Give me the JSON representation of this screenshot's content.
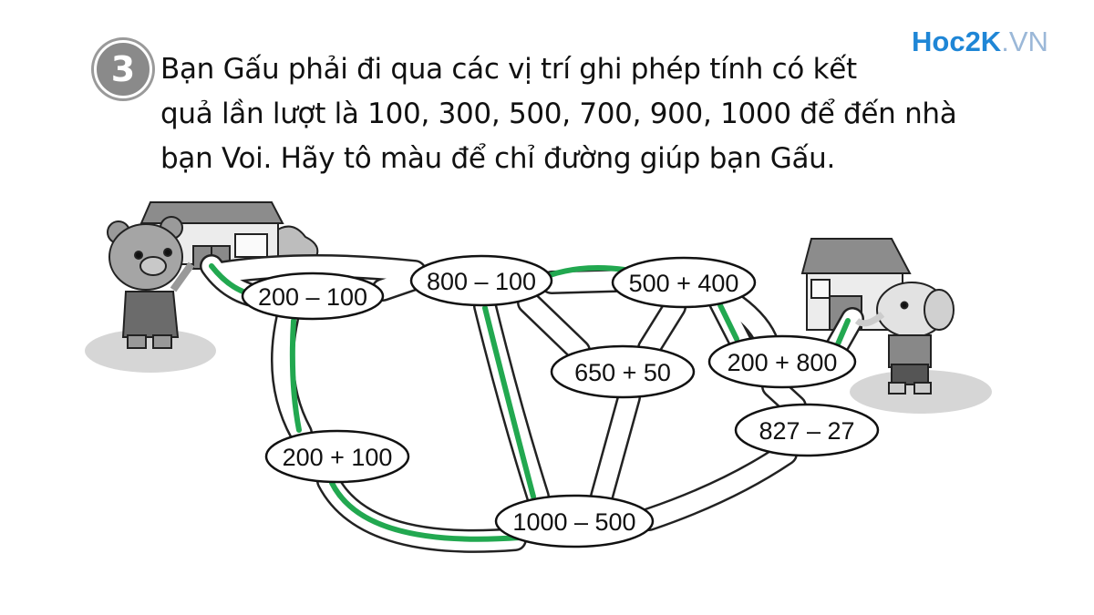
{
  "exercise": {
    "number": "3",
    "lines": [
      "Bạn Gấu phải đi qua các vị trí ghi phép tính có kết",
      "quả lần lượt là 100, 300, 500, 700, 900, 1000 để đến nhà",
      "bạn Voi. Hãy tô màu để chỉ đường giúp bạn Gấu."
    ]
  },
  "logo": {
    "main": "Hoc2K",
    "suffix": ".VN"
  },
  "nodes": [
    {
      "id": "n1",
      "label": "200 – 100"
    },
    {
      "id": "n2",
      "label": "800 – 100"
    },
    {
      "id": "n3",
      "label": "500 + 400"
    },
    {
      "id": "n4",
      "label": "650 + 50"
    },
    {
      "id": "n5",
      "label": "200 + 800"
    },
    {
      "id": "n6",
      "label": "827 – 27"
    },
    {
      "id": "n7",
      "label": "200 + 100"
    },
    {
      "id": "n8",
      "label": "1000 – 500"
    }
  ],
  "colors": {
    "path": "#22a850",
    "badge": "#8a8a8a"
  }
}
